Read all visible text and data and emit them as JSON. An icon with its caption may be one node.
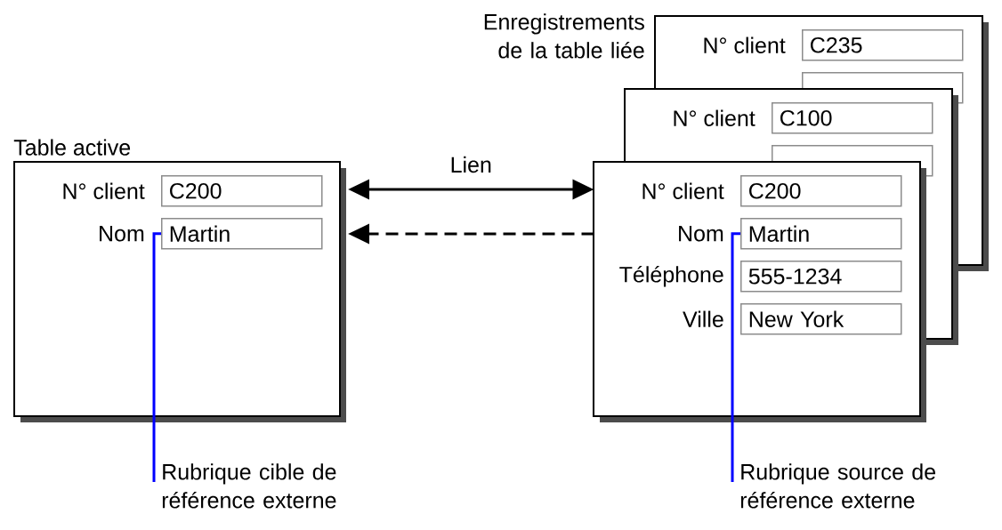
{
  "diagram": {
    "nodes": [
      {
        "text": [
          "Table active"
        ]
      },
      {
        "text": [
          "C200"
        ],
        "beside": [
          "N° client"
        ],
        "in": 0
      },
      {
        "text": [
          "Martin"
        ],
        "beside": [
          "Nom"
        ],
        "in": 0
      },
      {
        "text": [
          "Enregistrements de la table liée"
        ]
      },
      {
        "text": [
          "C235"
        ],
        "beside": [
          "N° client"
        ],
        "in": 3
      },
      {
        "text": [],
        "shape": "box",
        "in": 3
      },
      {
        "text": [],
        "shape": "box"
      },
      {
        "text": [
          "C100"
        ]
      },
      {
        "text": [],
        "shape": "box"
      },
      {
        "text": [],
        "shape": "box"
      },
      {
        "text": [
          "C200"
        ]
      },
      {
        "text": [
          "Martin"
        ]
      },
      {
        "text": [
          "555-1234"
        ]
      },
      {
        "text": [
          "New York"
        ]
      },
      {
        "text": [
          "Rubrique cible de référence externe"
        ]
      },
      {
        "text": [
          "Rubrique source de référence externe"
        ]
      }
    ],
    "edges": [
      {
        "from": 0,
        "to": 9,
        "arrow": "both",
        "label": "Lien"
      },
      {
        "from": 9,
        "to": 0,
        "arrow": "to",
        "style": "dashed"
      },
      {
        "from": 14,
        "to": 2,
        "arrow": "none",
        "color": "#0000ff"
      },
      {
        "from": 15,
        "to": 11,
        "arrow": "none",
        "color": "#0000ff"
      }
    ],
    "labels": [
      "N° client",
      "N° client",
      "Nom",
      "Téléphone",
      "Ville"
    ]
  }
}
